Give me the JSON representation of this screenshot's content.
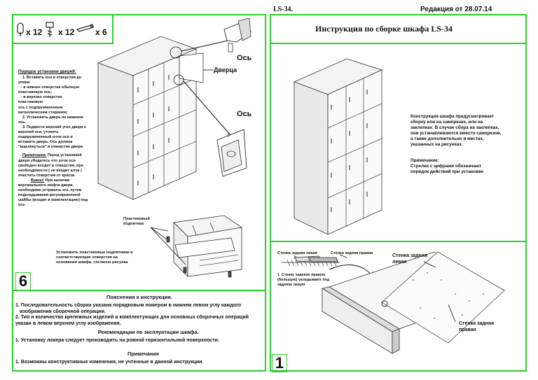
{
  "header": {
    "code": "LS-34.",
    "edition": "Редакция от 28.07.14"
  },
  "left_page": {
    "page_number": "6",
    "hardware": [
      {
        "icon": "axle-icon",
        "qty": "x 12"
      },
      {
        "icon": "screw-icon",
        "qty": "x 12"
      },
      {
        "icon": "pin-icon",
        "qty": "x 6"
      }
    ],
    "labels": {
      "axis_top": "Ось",
      "door": "Дверца",
      "axis_bottom": "Ось",
      "plastic_feet": "Пластиковый подпятник"
    },
    "door_instructions": {
      "title": "Порядок установки дверей:",
      "lines": [
        "1. Вставить оси в отверстия до",
        "упора:",
        "- в нижнее отверстие обычную",
        "пластиковую ось;",
        "- в верхнее отверстие",
        "пластиковую",
        "ось с подпружиненным",
        "металлическим стержнем;",
        "2. Установить дверь на нижнюю",
        "ось.",
        "3. Подвести верхний угол двери к",
        "верхней оси, утопить",
        "подпружиненный шток оси и",
        "вставить дверь. Ось должна",
        "\"вщелкнуться\" в отверстие двери."
      ],
      "note_title": "Примечание.",
      "note_lines": [
        "Перед установкой",
        "двери убедитесь что шток оси",
        "свободно входит в отверстия, при",
        "необходимости ( не входит шток )",
        "очистить отверстия от краски."
      ],
      "important_title": "Важно!",
      "important_lines": [
        "При наличии",
        "вертикального люфта двери,",
        "необходимо устранить его, путем",
        "подкладывания регулировочной",
        "шайбы (входит в комплектацию) под",
        "ось"
      ]
    },
    "feet_instruction": [
      "Установить пластиковые подпятники в",
      "соответствующие отверстия на",
      "основании шкафа, согласно рисунка"
    ],
    "explanations": {
      "title": "Пояснения к инструкции.",
      "items": [
        "1. Последовательность сборки указана порядковым номером в нижнем левом углу каждого",
        "изображения сборочной операции.",
        "2. Тип и количество крепежных изделий и комплектующих для основных сборочных операций",
        "указан в левом верхнем углу изображения."
      ]
    },
    "recommendations": {
      "title": "Рекомендации по эксплуатации шкафа.",
      "items": [
        "1. Установку локера следует производить на ровной горизонтальной поверхности."
      ]
    },
    "notes": {
      "title": "Примечания",
      "items": [
        "1. Возможны конструктивные изменения, не учтенные в данной инструкции."
      ]
    }
  },
  "right_page": {
    "title": "Инструкция по сборке шкафа LS-34",
    "description": [
      "Конструкция шкафа предусматривает",
      "сборку или на саморезах, или на",
      "заклепках. В случае сбора на заклепках,",
      "они устанавливаются вместо саморезов,",
      "а также дополнительно в местах,",
      "указанных на рисунках."
    ],
    "note": [
      "Примечание:",
      "Стрелки с цифрами обозначают",
      "порядок действий при установке"
    ],
    "panel_labels": {
      "back_left_small": "Стенка задняя левая",
      "back_right_small": "Стенка задняя правая",
      "back_left_big": "Стенка задняя\nлевая",
      "back_right_big": "Стенка задняя\nправая",
      "step_note": "1. Стенку заднюю правую\n(большую) укладывают под\nзаднюю левую"
    },
    "page_number": "1"
  }
}
